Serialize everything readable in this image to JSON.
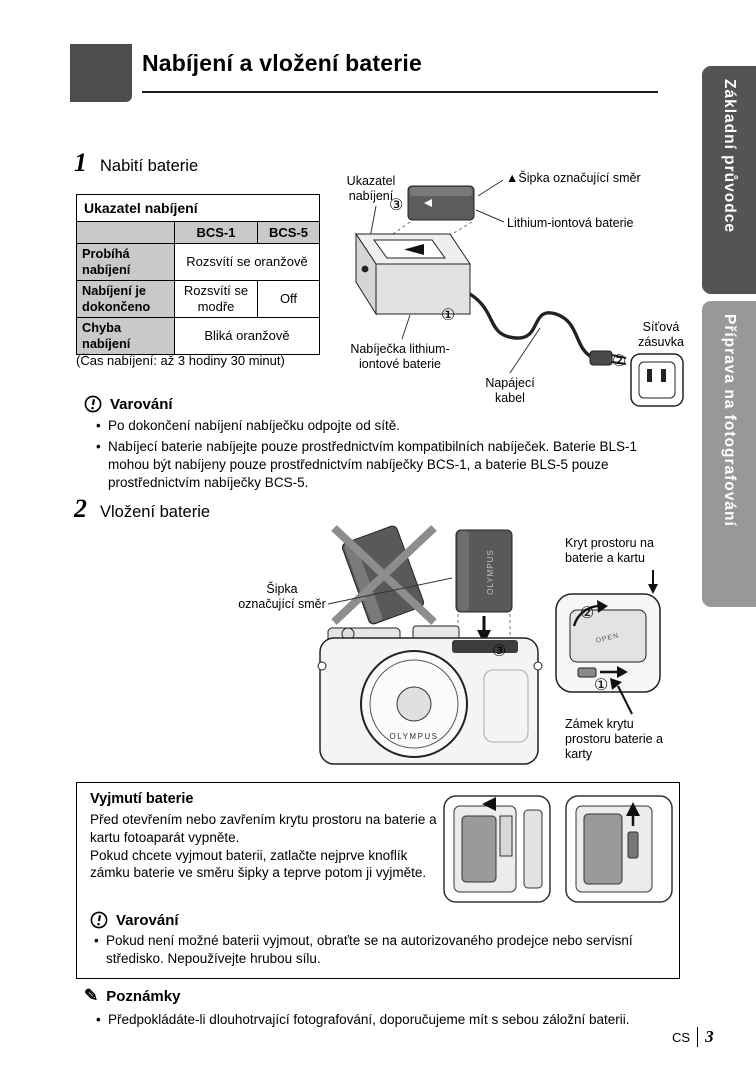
{
  "page": {
    "title": "Nabíjení a vložení baterie",
    "brand": "OLYMPUS",
    "footer": {
      "language": "CS",
      "page_number": "3"
    }
  },
  "sidebar": {
    "tabs": [
      {
        "label": "Základní průvodce"
      },
      {
        "label": "Příprava na fotografování"
      }
    ]
  },
  "symbols": {
    "one": "①",
    "two": "②",
    "three": "③",
    "notes_icon": "✎",
    "open": "OPEN"
  },
  "step1": {
    "number": "1",
    "title": "Nabití baterie",
    "table": {
      "title": "Ukazatel nabíjení",
      "columns": [
        "BCS-1",
        "BCS-5"
      ],
      "rows": [
        {
          "label": "Probíhá nabíjení",
          "value": "Rozsvítí se oranžově"
        },
        {
          "label": "Nabíjení je dokončeno",
          "value_bcs1": "Rozsvítí se modře",
          "value_bcs5": "Off"
        },
        {
          "label": "Chyba nabíjení",
          "value": "Bliká oranžově"
        }
      ],
      "note": "(Čas nabíjení: až 3 hodiny 30 minut)"
    },
    "diagram": {
      "label_indicator": "Ukazatel nabíjení",
      "label_arrow": "▲Šipka označující směr",
      "label_battery": "Lithium-iontová baterie",
      "label_charger": "Nabíječka lithium-iontové baterie",
      "label_cable": "Napájecí kabel",
      "label_outlet": "Síťová zásuvka"
    },
    "warning": {
      "title": "Varování",
      "items": [
        "Po dokončení nabíjení nabíječku odpojte od sítě.",
        "Nabíjecí baterie nabíjejte pouze prostřednictvím kompatibilních nabíječek. Baterie BLS-1 mohou být nabíjeny pouze prostřednictvím nabíječky BCS-1, a baterie BLS-5 pouze prostřednictvím nabíječky BCS-5."
      ]
    }
  },
  "step2": {
    "number": "2",
    "title": "Vložení baterie",
    "diagram": {
      "label_direction": "Šipka označující směr",
      "label_cover": "Kryt prostoru na baterie a kartu",
      "label_lock": "Zámek krytu prostoru baterie a karty"
    }
  },
  "removal": {
    "title": "Vyjmutí baterie",
    "paragraphs": [
      "Před otevřením nebo zavřením krytu prostoru na baterie a kartu fotoaparát vypněte.",
      "Pokud chcete vyjmout baterii, zatlačte nejprve knoflík zámku baterie ve směru šipky a teprve potom ji vyjměte."
    ],
    "warning": {
      "title": "Varování",
      "items": [
        "Pokud není možné baterii vyjmout, obraťte se na autorizovaného prodejce nebo servisní středisko. Nepoužívejte hrubou sílu."
      ]
    }
  },
  "notes": {
    "title": "Poznámky",
    "items": [
      "Předpokládáte-li dlouhotrvající fotografování, doporučujeme mít s sebou záložní baterii."
    ]
  }
}
